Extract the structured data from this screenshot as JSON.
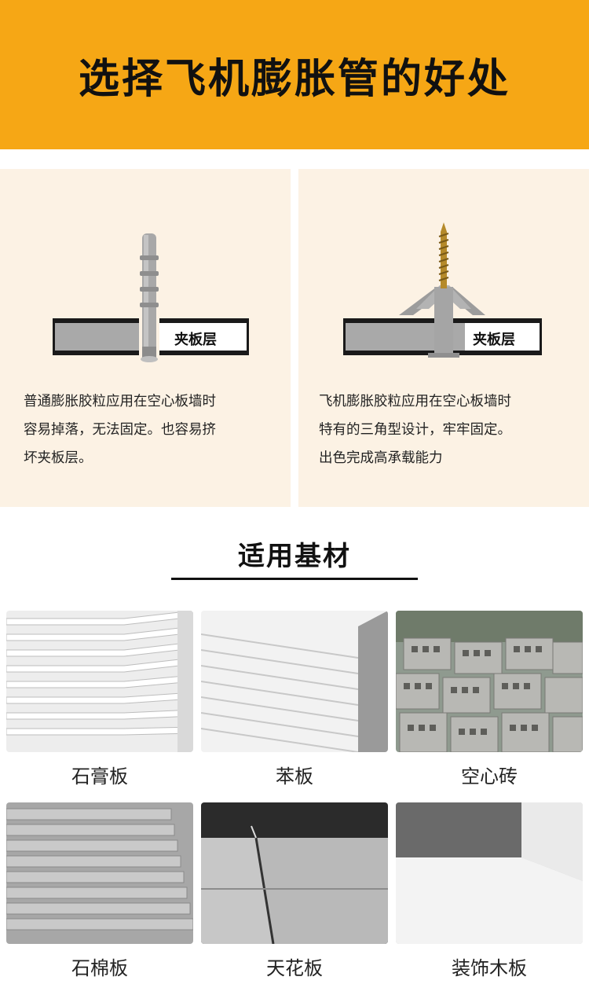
{
  "header": {
    "title": "选择飞机膨胀管的好处"
  },
  "comparison": [
    {
      "board_label": "夹板层",
      "text_lines": [
        "普通膨胀胶粒应用在空心板墙时",
        "容易掉落，无法固定。也容易挤",
        "坏夹板层。"
      ]
    },
    {
      "board_label": "夹板层",
      "text_lines": [
        "飞机膨胀胶粒应用在空心板墙时",
        "特有的三角型设计，牢牢固定。",
        "出色完成高承载能力"
      ]
    }
  ],
  "materials_section": {
    "title": "适用基材"
  },
  "materials": [
    {
      "name": "石膏板"
    },
    {
      "name": "苯板"
    },
    {
      "name": "空心砖"
    },
    {
      "name": "石棉板"
    },
    {
      "name": "天花板"
    },
    {
      "name": "装饰木板"
    }
  ],
  "colors": {
    "banner": "#f6a715",
    "panel": "#fcf2e4",
    "board": "#a9a9a9"
  }
}
